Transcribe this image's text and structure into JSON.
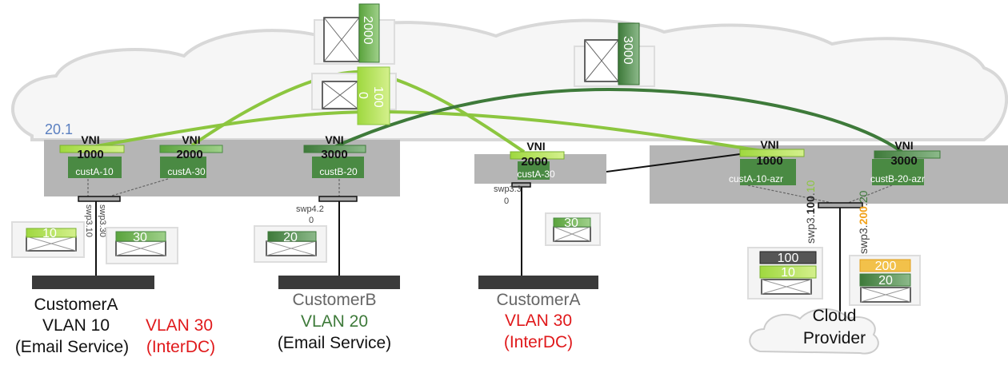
{
  "colors": {
    "light_green": "#8cc63f",
    "mid_green": "#5aa33c",
    "dark_green": "#3e7a3a",
    "red": "#e0191b",
    "gray_box": "#b5b5b5",
    "orange": "#f2a21b"
  },
  "overlay_label": "20.1",
  "left_switch": {
    "vnis": [
      {
        "label": "VNI",
        "number": "1000",
        "name": "custA-10"
      },
      {
        "label": "VNI",
        "number": "2000",
        "name": "custA-30"
      },
      {
        "label": "VNI",
        "number": "3000",
        "name": "custB-20"
      }
    ]
  },
  "mid_switch": {
    "vnis": [
      {
        "label": "VNI",
        "number": "2000",
        "name": "custA-30"
      }
    ]
  },
  "right_switch": {
    "vnis": [
      {
        "label": "VNI",
        "number": "1000",
        "name": "custA-10-azr"
      },
      {
        "label": "VNI",
        "number": "3000",
        "name": "custB-20-azr"
      }
    ]
  },
  "ports": {
    "swp3_10": "swp3.10",
    "swp3_30": "swp3.30",
    "swp4_20a": "swp4.2",
    "swp4_20b": "0",
    "swp3_30a": "swp3.3",
    "swp3_30b": "0",
    "swp3_100_10": {
      "prefix": "swp3.",
      "outer": "100",
      ".": ".",
      "inner": "10"
    },
    "swp3_200_20": {
      "prefix": "swp3.",
      "outer": "200",
      "inner": "20"
    }
  },
  "tunnel_packets": {
    "p2000": "2000",
    "p1000a": "100",
    "p1000b": "0",
    "p3000": "3000"
  },
  "packets": {
    "left10": "10",
    "left30": "30",
    "b20": "20",
    "mid30": "30",
    "cloud100": "100",
    "cloud10": "10",
    "cloud200": "200",
    "cloud20": "20"
  },
  "endpoints": {
    "custA_left": {
      "name": "CustomerA",
      "vlan": "VLAN 10",
      "service": "(Email Service)",
      "vlan2": "VLAN 30",
      "service2": "(InterDC)"
    },
    "custB": {
      "name": "CustomerB",
      "vlan": "VLAN 20",
      "service": "(Email Service)"
    },
    "custA_mid": {
      "name": "CustomerA",
      "vlan": "VLAN 30",
      "service": "(InterDC)"
    },
    "cloud": {
      "line1": "Cloud",
      "line2": "Provider"
    }
  }
}
